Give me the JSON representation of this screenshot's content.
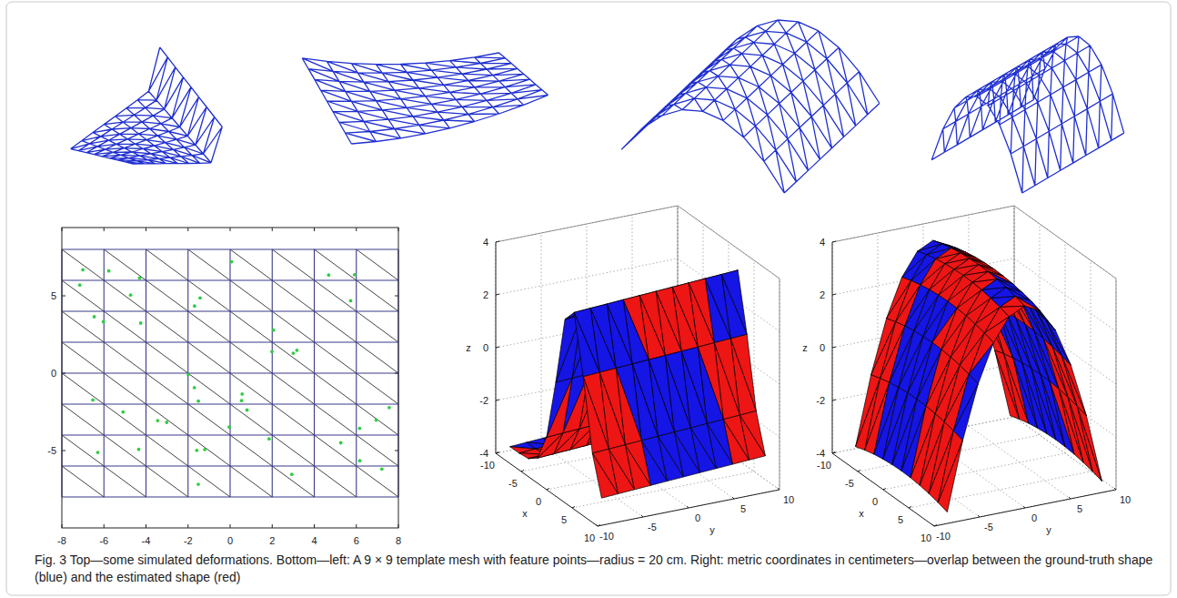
{
  "diagram": {
    "caption": "Fig. 3 Top—some simulated deformations. Bottom—left: A 9 × 9 template mesh with feature points—radius = 20 cm. Right: metric coordinates in centimeters—overlap between the ground-truth shape (blue) and the estimated shape (red)",
    "labels": [
      "5",
      "0",
      "-5",
      "-8",
      "-6",
      "-4",
      "-2",
      "0",
      "2",
      "4",
      "6",
      "8",
      "4",
      "2",
      "0",
      "-2",
      "-4",
      "z",
      "-10",
      "-5",
      "0",
      "5",
      "10",
      "x",
      "-10",
      "-5",
      "0",
      "5",
      "10",
      "y",
      "4",
      "2",
      "0",
      "-2",
      "-4",
      "z",
      "-10",
      "-5",
      "0",
      "5",
      "10",
      "x",
      "-10",
      "-5",
      "0",
      "5",
      "10",
      "y"
    ]
  }
}
